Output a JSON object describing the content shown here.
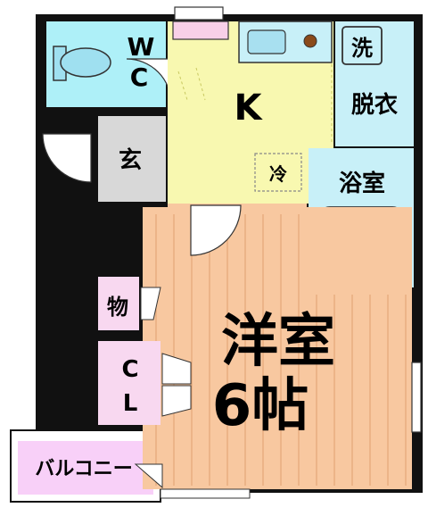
{
  "rooms": {
    "wc": {
      "label_w": "W",
      "label_c": "C"
    },
    "kitchen": {
      "label": "K"
    },
    "laundry": {
      "label": "洗"
    },
    "dressing": {
      "label": "脱衣"
    },
    "entrance": {
      "label": "玄"
    },
    "fridge": {
      "label": "冷"
    },
    "bath": {
      "label": "浴室"
    },
    "storage": {
      "label": "物"
    },
    "closet": {
      "label_c": "C",
      "label_l": "L"
    },
    "western_room": {
      "label_line1": "洋室",
      "label_line2": "6帖"
    },
    "balcony": {
      "label": "バルコニー"
    }
  },
  "colors": {
    "wc_fill": "#aef0f8",
    "kitchen_fill": "#f8f8b0",
    "entrance_fill": "#d8d8d8",
    "bath_fill": "#c8f0f8",
    "storage_fill": "#f8d8f0",
    "room_fill": "#f8c8a0",
    "balcony_fill": "#f8d0f8",
    "wall": "#111111"
  }
}
